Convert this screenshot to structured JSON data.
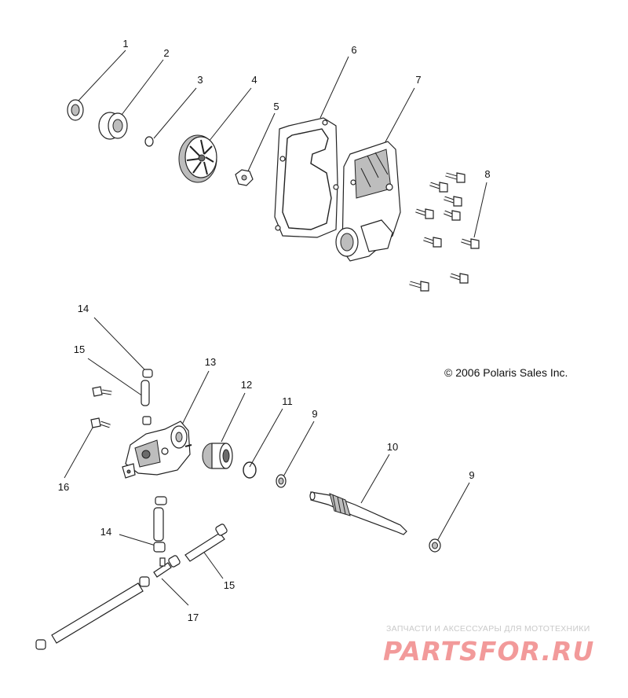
{
  "copyright": "© 2006 Polaris Sales Inc.",
  "watermark": {
    "subtitle": "ЗАПЧАСТИ И АКСЕССУАРЫ ДЛЯ МОТОТЕХНИКИ",
    "logo_text": "PARTSFOR.RU",
    "color": "#f29a9a"
  },
  "callouts": [
    "1",
    "2",
    "3",
    "4",
    "5",
    "6",
    "7",
    "8",
    "14",
    "15",
    "13",
    "12",
    "11",
    "9",
    "10",
    "9",
    "16",
    "14",
    "15",
    "17"
  ],
  "colors": {
    "line": "#222222",
    "shade": "#bdbdbd",
    "dark": "#6b6b6b"
  }
}
